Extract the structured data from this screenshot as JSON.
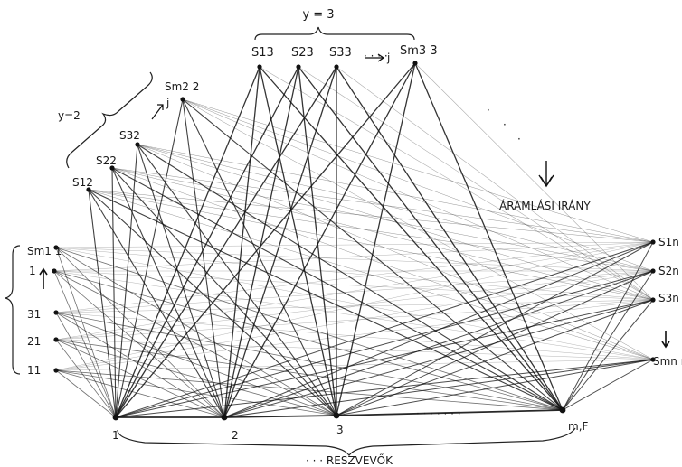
{
  "labels": {
    "top_group": "y = 3",
    "left_group_upper": "y=2",
    "flow_direction": "ÁRAMLÁSI IRÁNY",
    "bottom_caption": "· · · RESZVEVŐK",
    "j_top": "j",
    "j_left": "j"
  },
  "nodes": {
    "top": [
      "S13",
      "S23",
      "S33",
      "Sm3 3"
    ],
    "upper_left": [
      "Sm2 2",
      "S32",
      "S22",
      "S12"
    ],
    "left": [
      "Sm1 1",
      "1",
      "31",
      "21",
      "11"
    ],
    "right": [
      "S1n",
      "S2n",
      "S3n",
      "Smn n"
    ],
    "bottom": [
      "1",
      "2",
      "3",
      "m,F"
    ]
  }
}
